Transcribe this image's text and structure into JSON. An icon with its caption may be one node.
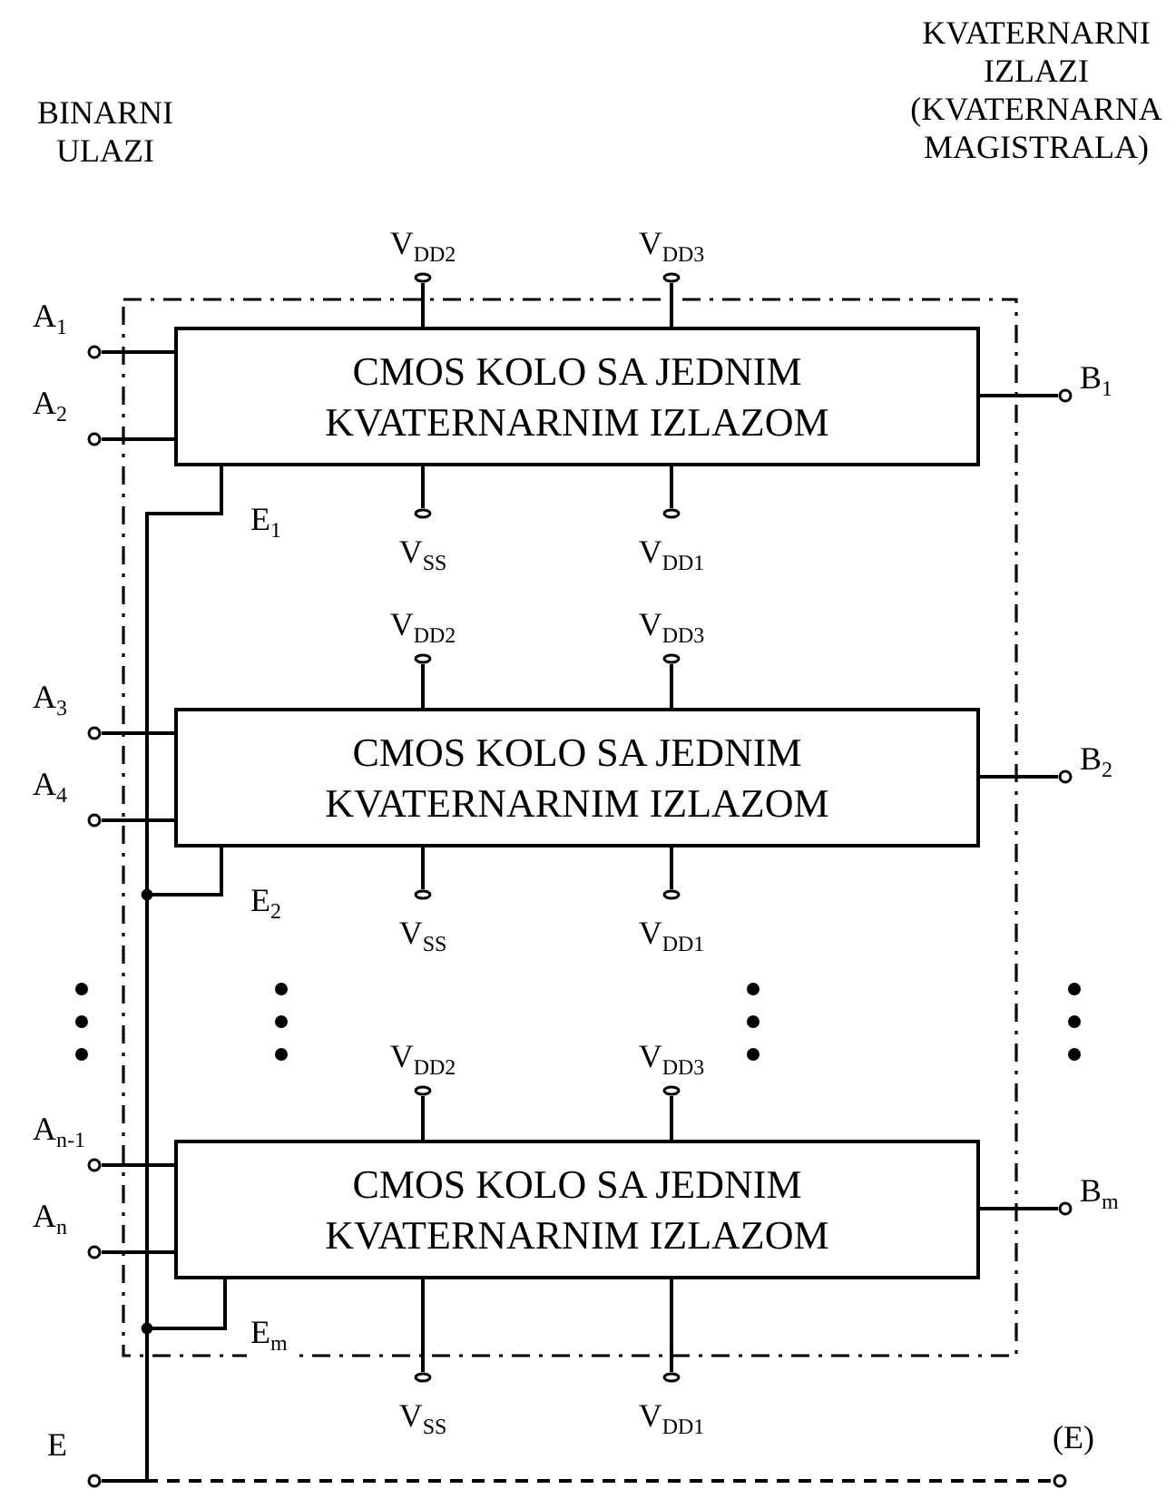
{
  "diagram": {
    "nodes": [
      {
        "text": [],
        "shape": "box"
      },
      {
        "text": [
          "CMOS KOLO SA JEDNIM KVATERNARNIM IZLAZOM"
        ],
        "in": 0
      },
      {
        "text": [
          "CMOS KOLO SA JEDNIM KVATERNARNIM IZLAZOM"
        ],
        "in": 0
      },
      {
        "text": [
          "CMOS KOLO SA JEDNIM KVATERNARNIM IZLAZOM"
        ],
        "in": 0
      },
      {
        "text": [
          "A$_{1}$"
        ]
      },
      {
        "text": [
          "A$_{2}$"
        ]
      },
      {
        "text": [
          "V$_{DD2}$"
        ]
      },
      {
        "text": [
          "V$_{DD3}$"
        ]
      },
      {
        "text": [
          "V$_{SS}$"
        ],
        "in": 0
      },
      {
        "text": [
          "V$_{DD1}$"
        ],
        "in": 0
      },
      {
        "text": [
          "B$_{1}$"
        ]
      },
      {
        "text": [
          "A$_{3}$"
        ]
      },
      {
        "text": [
          "A$_{4}$"
        ]
      },
      {
        "text": [
          "V$_{DD2}$"
        ],
        "in": 0
      },
      {
        "text": [
          "V$_{DD3}$"
        ],
        "in": 0
      },
      {
        "text": [
          "V$_{SS}$"
        ],
        "in": 0
      },
      {
        "text": [
          "V$_{DD1}$"
        ],
        "in": 0
      },
      {
        "text": [
          "B$_{2}$"
        ]
      },
      {
        "text": [
          "A$_{n-1}$"
        ]
      },
      {
        "text": [
          "A$_{n}$"
        ]
      },
      {
        "text": [
          "V$_{DD2}$"
        ],
        "in": 0
      },
      {
        "text": [
          "V$_{DD3}$"
        ],
        "in": 0
      },
      {
        "text": [
          "V$_{SS}$"
        ]
      },
      {
        "text": [
          "V$_{DD1}$"
        ]
      },
      {
        "text": [
          "B$_{m}$"
        ]
      },
      {
        "text": [
          "E"
        ]
      },
      {
        "text": [
          "(E)"
        ]
      }
    ],
    "edges": [
      {
        "from": 4,
        "to": 1,
        "arrow": "none"
      },
      {
        "from": 5,
        "to": 1,
        "arrow": "none"
      },
      {
        "from": 6,
        "to": 1,
        "arrow": "none"
      },
      {
        "from": 7,
        "to": 1,
        "arrow": "none"
      },
      {
        "from": 8,
        "to": 1,
        "arrow": "none"
      },
      {
        "from": 9,
        "to": 1,
        "arrow": "none"
      },
      {
        "from": 10,
        "to": 1,
        "arrow": "none"
      },
      {
        "from": 11,
        "to": 2,
        "arrow": "none"
      },
      {
        "from": 12,
        "to": 2,
        "arrow": "none"
      },
      {
        "from": 13,
        "to": 2,
        "arrow": "none"
      },
      {
        "from": 14,
        "to": 2,
        "arrow": "none"
      },
      {
        "from": 15,
        "to": 2,
        "arrow": "none"
      },
      {
        "from": 16,
        "to": 2,
        "arrow": "none"
      },
      {
        "from": 17,
        "to": 2,
        "arrow": "none"
      },
      {
        "from": 18,
        "to": 3,
        "arrow": "none"
      },
      {
        "from": 19,
        "to": 3,
        "arrow": "none"
      },
      {
        "from": 20,
        "to": 3,
        "arrow": "none"
      },
      {
        "from": 21,
        "to": 3,
        "arrow": "none"
      },
      {
        "from": 22,
        "to": 3,
        "arrow": "none"
      },
      {
        "from": 23,
        "to": 3,
        "arrow": "none"
      },
      {
        "from": 24,
        "to": 3,
        "arrow": "none"
      },
      {
        "from": 1,
        "to": 25,
        "arrow": "none",
        "label": "E$_{1}$"
      },
      {
        "from": 2,
        "to": 25,
        "arrow": "none",
        "label": "E$_{2}$"
      },
      {
        "from": 3,
        "to": 25,
        "arrow": "none",
        "label": "E$_{m}$"
      },
      {
        "from": 25,
        "to": 26,
        "arrow": "none",
        "style": "dashed"
      }
    ],
    "labels": [
      "BINARNI ULAZI",
      "KVATERNARNI IZLAZI (KVATERNARNA MAGISTRALA)"
    ]
  }
}
